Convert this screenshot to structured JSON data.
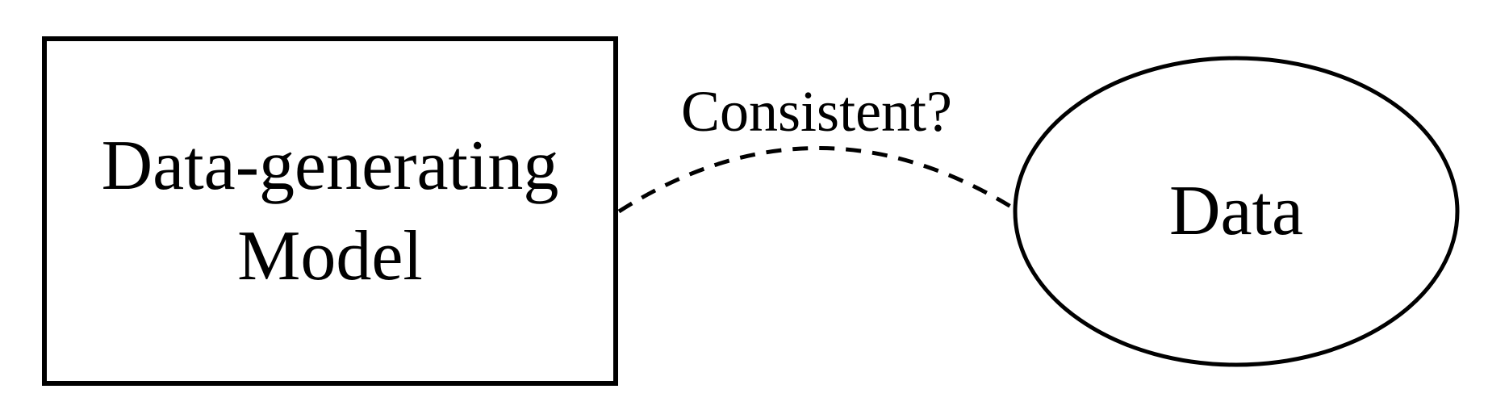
{
  "diagram": {
    "model_box": {
      "label_line1": "Data-generating",
      "label_line2": "Model"
    },
    "data_node": {
      "label": "Data"
    },
    "connector": {
      "label": "Consistent?",
      "line_style": "dashed"
    },
    "colors": {
      "foreground": "#000000",
      "background": "#ffffff"
    }
  }
}
